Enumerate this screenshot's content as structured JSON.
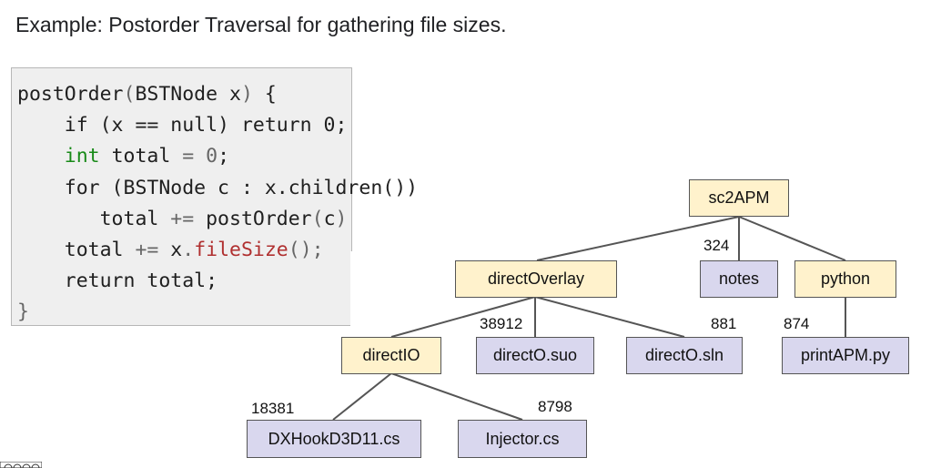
{
  "title": "Example: Postorder Traversal for gathering file sizes.",
  "code": {
    "line1": [
      "postOrder",
      "(",
      "BSTNode x",
      ")",
      " {"
    ],
    "line2": "    if (x == null) return 0;",
    "line3": [
      "    ",
      "int",
      " total ",
      "=",
      " ",
      "0",
      ";"
    ],
    "line4": "    for (BSTNode c : x.children())",
    "line5": [
      "       total ",
      "+=",
      " postOrder",
      "(",
      "c",
      ")"
    ],
    "line6": [
      "    total ",
      "+=",
      " x",
      ".",
      "fileSize",
      "();"
    ],
    "line7": "    return total;",
    "line8": "}"
  },
  "tree": {
    "nodes": {
      "sc2APM": "sc2APM",
      "directOverlay": "directOverlay",
      "notes": "notes",
      "python": "python",
      "directIO": "directIO",
      "directO_suo": "directO.suo",
      "directO_sln": "directO.sln",
      "printAPM": "printAPM.py",
      "DXHook": "DXHookD3D11.cs",
      "Injector": "Injector.cs"
    },
    "sizes": {
      "notes": "324",
      "directO_suo": "38912",
      "directO_sln": "881",
      "printAPM": "874",
      "DXHook": "18381",
      "Injector": "8798"
    }
  },
  "colors": {
    "directory": "#fff2cc",
    "file": "#d9d7ee",
    "keyword_type": "#188a18",
    "field": "#b03030"
  }
}
